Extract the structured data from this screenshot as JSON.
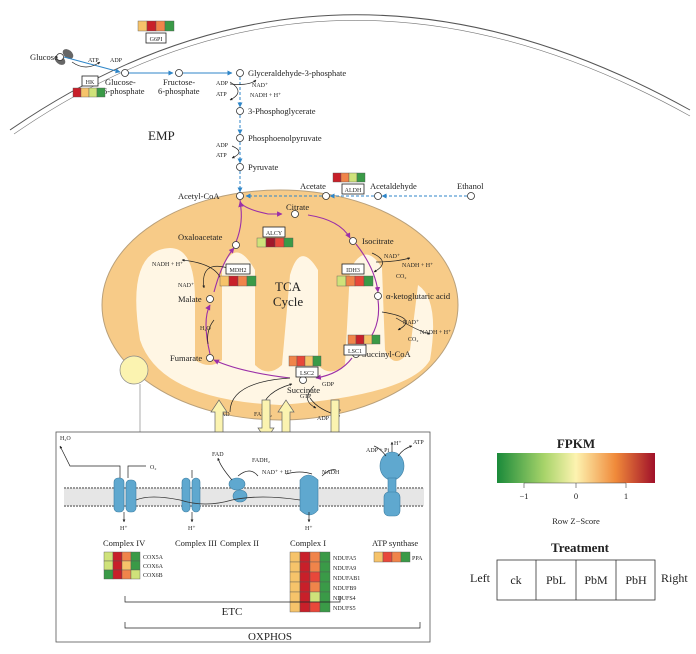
{
  "metabolites": {
    "glucose": "Glucose",
    "g6p": "Glucose-\n6-phosphate",
    "f6p": "Fructose-\n6-phosphate",
    "g3p": "Glyceraldehyde-3-phosphate",
    "pg3": "3-Phosphoglycerate",
    "pep": "Phosphoenolpyruvate",
    "pyruvate": "Pyruvate",
    "acetylcoa": "Acetyl-CoA",
    "acetate": "Acetate",
    "acetaldehyde": "Acetaldehyde",
    "ethanol": "Ethanol",
    "citrate": "Citrate",
    "isocitrate": "Isocitrate",
    "akg": "α-ketoglutaric acid",
    "succinylcoa": "Succinyl-CoA",
    "succinate": "Succinate",
    "fumarate": "Fumarate",
    "malate": "Malate",
    "oxaloacetate": "Oxaloacetate"
  },
  "cofactors": {
    "atp": "ATP",
    "adp": "ADP",
    "nad": "NAD⁺",
    "nadh": "NADH + H⁺",
    "co2": "CO₂",
    "h2o": "H₂O",
    "fad": "FAD",
    "fadh2": "FADH₂",
    "gdp": "GDP",
    "gtp": "GTP",
    "o2": "O₂",
    "hplus": "H⁺",
    "adppi": "ADP + Pi",
    "nad_h": "NAD⁺ + H⁺",
    "nadh_plain": "NADH"
  },
  "labels": {
    "emp": "EMP",
    "tca_line1": "TCA",
    "tca_line2": "Cycle",
    "etc": "ETC",
    "oxphos": "OXPHOS",
    "complex4": "Complex IV",
    "complex3": "Complex III",
    "complex2": "Complex II",
    "complex1": "Complex I",
    "atpsynthase": "ATP synthase"
  },
  "enzymes": {
    "hk": "HK",
    "g6pi": "G6PI",
    "aldh": "ALDH",
    "aclcy": "ALCY",
    "mdh2": "MDH2",
    "idh3": "IDH3",
    "lsc1": "LSC1",
    "lsc2": "LSC2"
  },
  "heat_rows": {
    "hk": [
      "#c8202a",
      "#f6c36a",
      "#cfe27a",
      "#3a9a47"
    ],
    "g6pi": [
      "#f6c36a",
      "#c8202a",
      "#f0844a",
      "#3a9a47"
    ],
    "aldh": [
      "#c8202a",
      "#f0844a",
      "#cfe27a",
      "#3a9a47"
    ],
    "aclcy": [
      "#cfe27a",
      "#a0182a",
      "#e8483a",
      "#3a9a47"
    ],
    "mdh2": [
      "#f6c36a",
      "#c8202a",
      "#f0844a",
      "#3a9a47"
    ],
    "idh3": [
      "#cfe27a",
      "#f0844a",
      "#e8483a",
      "#3a9a47"
    ],
    "lsc1": [
      "#f0844a",
      "#c8202a",
      "#f6c36a",
      "#3a9a47"
    ],
    "lsc2": [
      "#f0844a",
      "#e8483a",
      "#f6c36a",
      "#3a9a47"
    ],
    "ppa": [
      "#f6c36a",
      "#e8483a",
      "#f0844a",
      "#3a9a47"
    ]
  },
  "complex4_genes": [
    {
      "gene": "COX5A",
      "colors": [
        "#cfe27a",
        "#c8202a",
        "#f0844a",
        "#3a9a47"
      ]
    },
    {
      "gene": "COX6A",
      "colors": [
        "#cfe27a",
        "#c8202a",
        "#f6c36a",
        "#3a9a47"
      ]
    },
    {
      "gene": "COX6B",
      "colors": [
        "#3a9a47",
        "#c8202a",
        "#f0844a",
        "#cfe27a"
      ]
    }
  ],
  "complex1_genes": [
    {
      "gene": "NDUFA5",
      "colors": [
        "#f6c36a",
        "#c8202a",
        "#f0844a",
        "#3a9a47"
      ]
    },
    {
      "gene": "NDUFA9",
      "colors": [
        "#f6c36a",
        "#c8202a",
        "#f0844a",
        "#3a9a47"
      ]
    },
    {
      "gene": "NDUFAB1",
      "colors": [
        "#f6c36a",
        "#c8202a",
        "#e8483a",
        "#3a9a47"
      ]
    },
    {
      "gene": "NDUFB9",
      "colors": [
        "#f6c36a",
        "#c8202a",
        "#f0844a",
        "#3a9a47"
      ]
    },
    {
      "gene": "NDUFS4",
      "colors": [
        "#f6c36a",
        "#c8202a",
        "#cfe27a",
        "#3a9a47"
      ]
    },
    {
      "gene": "NDUFS5",
      "colors": [
        "#f6c36a",
        "#c8202a",
        "#e8483a",
        "#3a9a47"
      ]
    }
  ],
  "ppa_gene": "PPA",
  "legend": {
    "title": "FPKM",
    "ticks": [
      "−1",
      "0",
      "1"
    ],
    "subtitle": "Row Z−Score",
    "gradient": [
      "#1a8a3a",
      "#a8d46a",
      "#fdf3b0",
      "#f08a3a",
      "#a0102a"
    ]
  },
  "treatment": {
    "title": "Treatment",
    "left": "Left",
    "right": "Right",
    "groups": [
      "ck",
      "PbL",
      "PbM",
      "PbH"
    ]
  },
  "colors": {
    "mito_fill": "#f7cb88",
    "membrane_blue": "#5fa8cf",
    "arrow_fill": "#fbf3b0"
  }
}
